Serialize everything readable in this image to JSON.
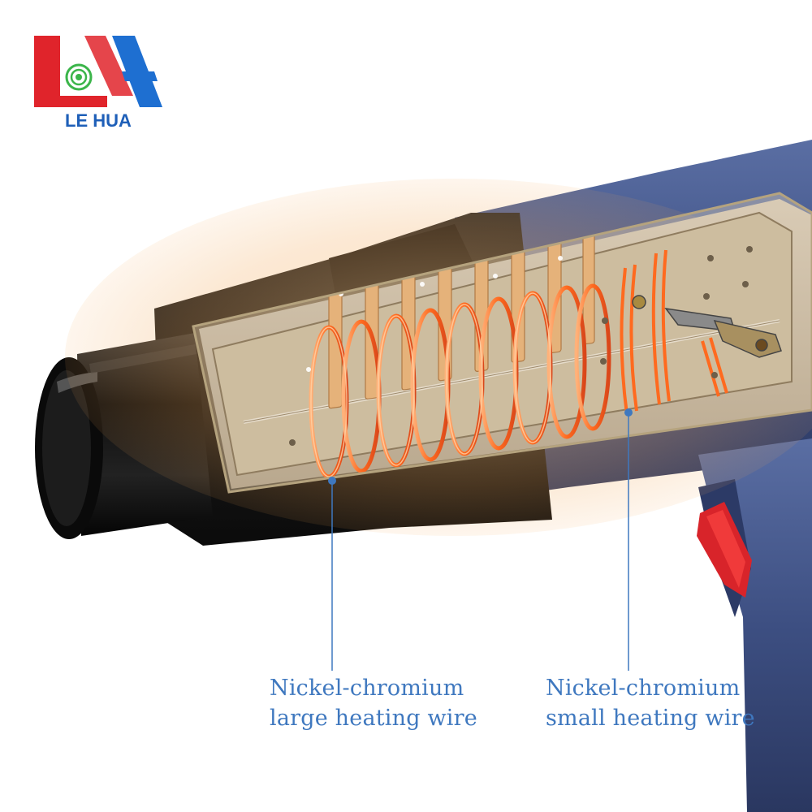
{
  "brand": {
    "logo_text": "LE HUA",
    "colors": {
      "red": "#e0242b",
      "blue": "#1e6fd1",
      "green": "#3bb54a"
    }
  },
  "product": {
    "body_color": "#3d4f82",
    "nozzle_color": "#111111",
    "trigger_color": "#d8242a",
    "coil_color": "#ff7a2a"
  },
  "callouts": [
    {
      "line1": "Nickel-chromium",
      "line2": "large heating wire"
    },
    {
      "line1": "Nickel-chromium",
      "line2": "small heating wire"
    }
  ],
  "label_color": "#3f78bf"
}
